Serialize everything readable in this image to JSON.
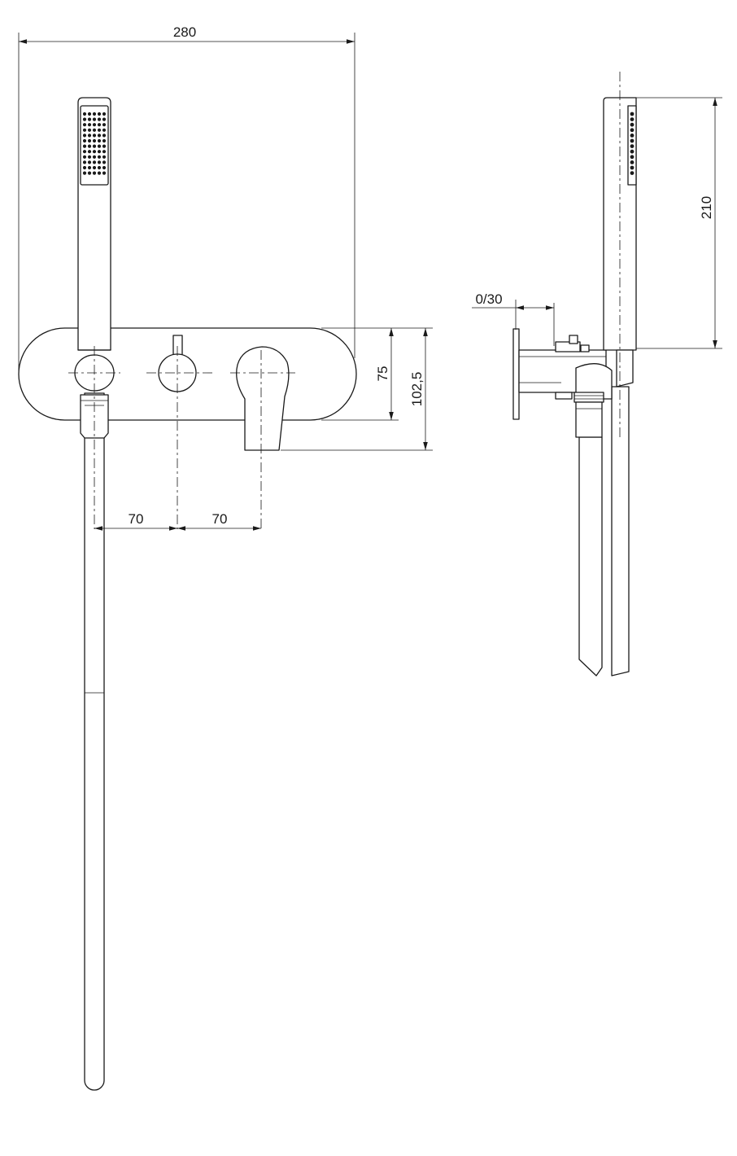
{
  "dimensions": {
    "overall_width": "280",
    "spacing_left": "70",
    "spacing_right": "70",
    "plate_height": "75",
    "total_height": "102,5",
    "wall_offset": "0/30",
    "hand_shower_length": "210"
  }
}
